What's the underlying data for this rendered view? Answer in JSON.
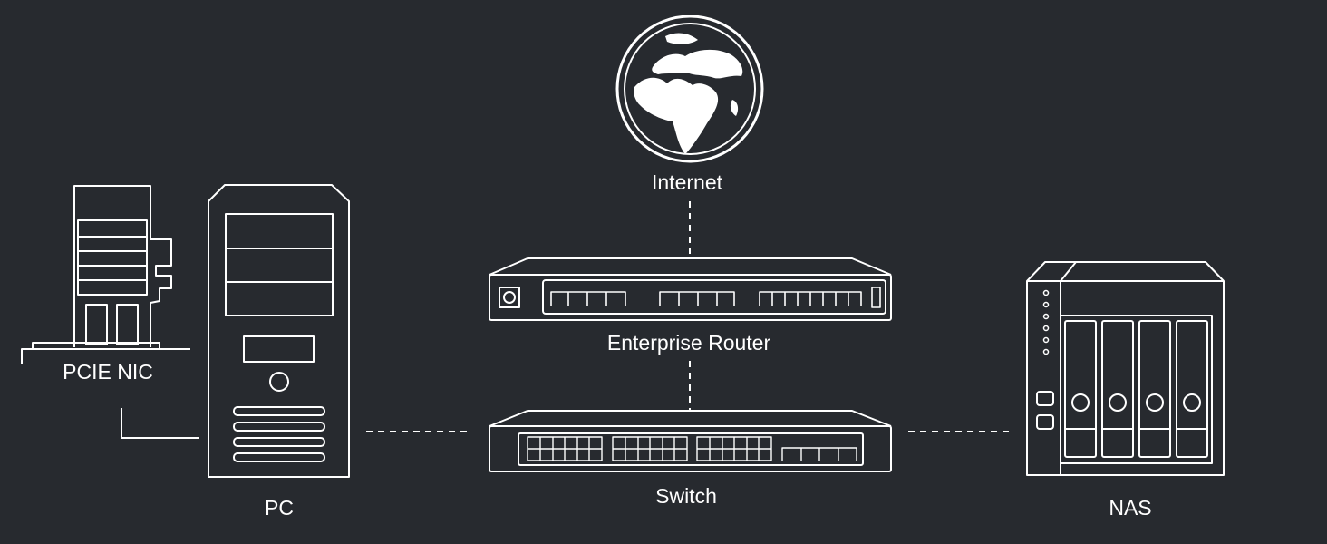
{
  "labels": {
    "internet": "Internet",
    "router": "Enterprise Router",
    "switch": "Switch",
    "pc": "PC",
    "nic": "PCIE NIC",
    "nas": "NAS"
  },
  "colors": {
    "background": "#272a2f",
    "stroke": "#ffffff"
  },
  "icons": [
    "globe-icon",
    "router-icon",
    "switch-icon",
    "pc-tower-icon",
    "pcie-nic-icon",
    "nas-icon"
  ]
}
